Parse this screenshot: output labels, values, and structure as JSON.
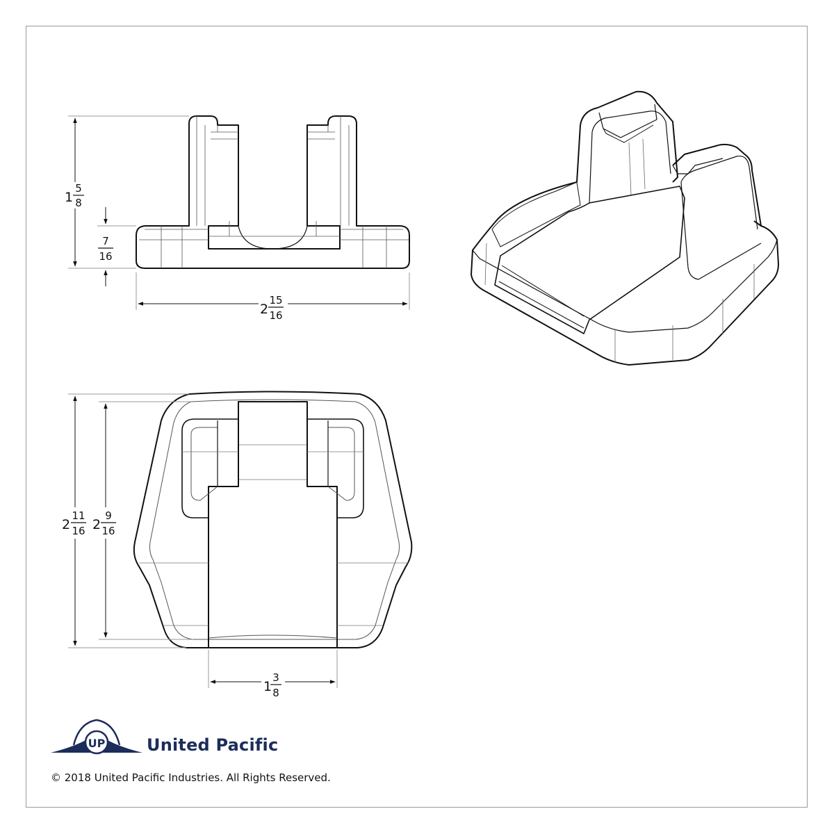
{
  "dimensions": {
    "front_height": {
      "whole": "1",
      "num": "5",
      "den": "8"
    },
    "front_base_height": {
      "whole": "",
      "num": "7",
      "den": "16"
    },
    "front_width": {
      "whole": "2",
      "num": "15",
      "den": "16"
    },
    "top_length_outer": {
      "whole": "2",
      "num": "11",
      "den": "16"
    },
    "top_length_inner": {
      "whole": "2",
      "num": "9",
      "den": "16"
    },
    "top_slot_width": {
      "whole": "1",
      "num": "3",
      "den": "8"
    }
  },
  "brand": {
    "name": "United Pacific",
    "logo_letters": "UP",
    "color": "#1c2c5b"
  },
  "copyright": "© 2018 United Pacific Industries. All Rights Reserved."
}
